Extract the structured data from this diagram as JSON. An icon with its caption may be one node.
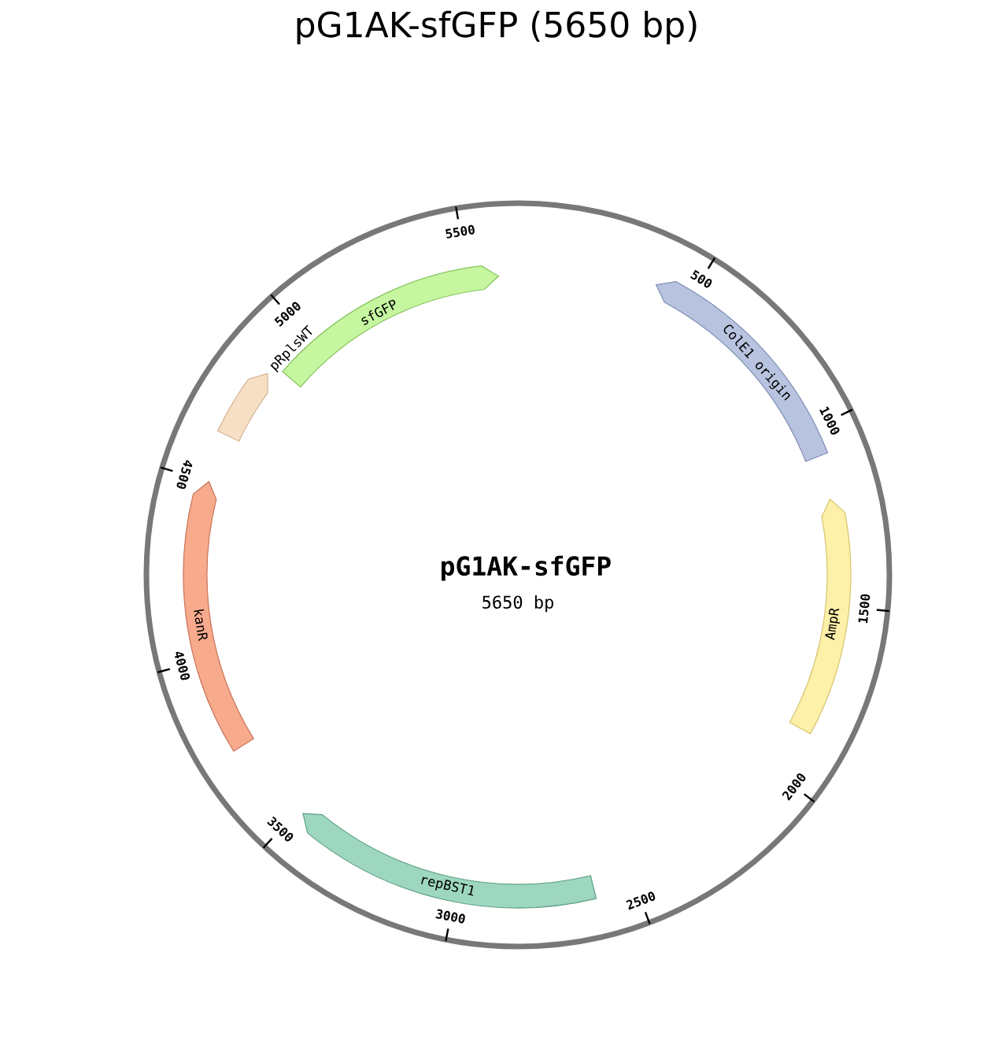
{
  "diagram": {
    "title": "pG1AK-sfGFP (5650 bp)",
    "nodes": [
      {
        "text": [
          "pG1AK-sfGFP",
          "5650 bp"
        ]
      },
      {
        "text": [
          "ColE1 origin"
        ],
        "in": 0
      },
      {
        "text": [
          "AmpR"
        ],
        "in": 0
      },
      {
        "text": [
          "repBST1"
        ],
        "in": 0
      },
      {
        "text": [
          "kanR"
        ],
        "in": 0
      },
      {
        "text": [
          "pRplsWT"
        ],
        "in": 0
      },
      {
        "text": [
          "sfGFP"
        ],
        "in": 0
      }
    ],
    "labels": [
      "500",
      "1000",
      "1500",
      "2000",
      "2500",
      "3000",
      "3500",
      "4000",
      "4500",
      "5000",
      "5500"
    ]
  }
}
